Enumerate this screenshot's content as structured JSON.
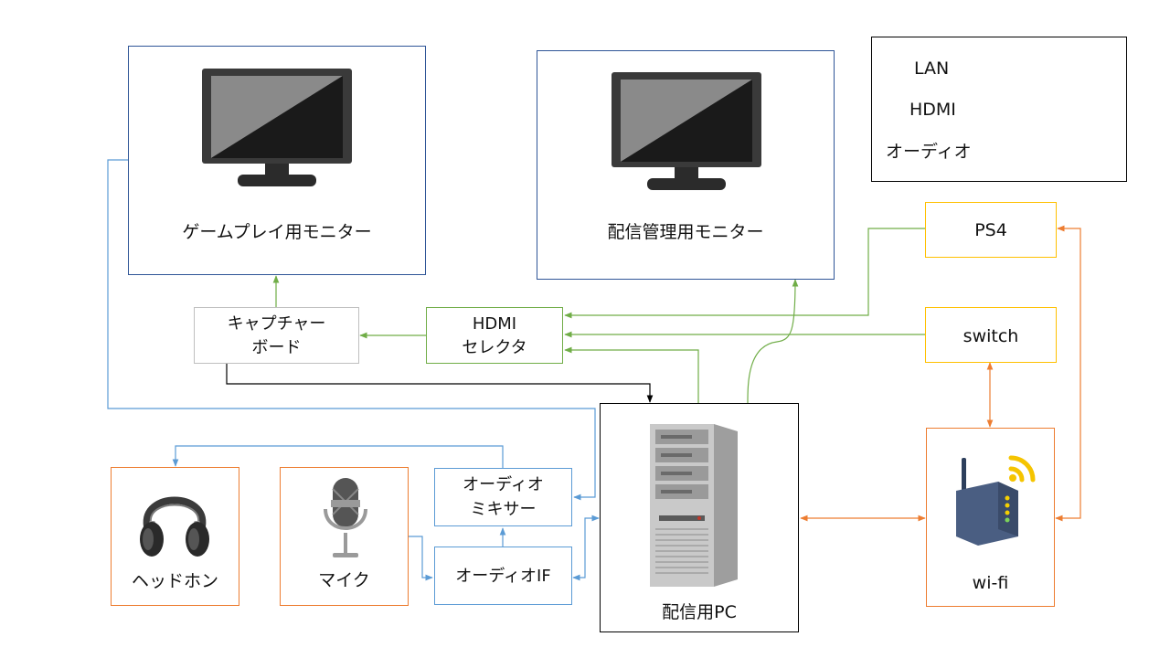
{
  "colors": {
    "lan": "#ED7D31",
    "hdmi": "#70AD47",
    "audio": "#5B9BD5",
    "monitor_border": "#2F5597",
    "peripheral_border": "#ED7D31",
    "network_border": "#FFC000",
    "hdmi_border": "#70AD47",
    "audio_border": "#5B9BD5",
    "neutral_border": "#BFBFBF",
    "pc_border": "#000000"
  },
  "legend": {
    "lan": "LAN",
    "hdmi": "HDMI",
    "audio": "オーディオ"
  },
  "nodes": {
    "gameplay_monitor": {
      "label": "ゲームプレイ用モニター",
      "icon": "monitor-icon"
    },
    "streaming_monitor": {
      "label": "配信管理用モニター",
      "icon": "monitor-icon"
    },
    "capture_board": {
      "line1": "キャプチャー",
      "line2": "ボード"
    },
    "hdmi_selector": {
      "line1": "HDMI",
      "line2": "セレクタ"
    },
    "ps4": {
      "label": "PS4"
    },
    "switch": {
      "label": "switch"
    },
    "audio_mixer": {
      "line1": "オーディオ",
      "line2": "ミキサー"
    },
    "audio_if": {
      "label": "オーディオIF"
    },
    "headphones": {
      "label": "ヘッドホン",
      "icon": "headphones-icon"
    },
    "mic": {
      "label": "マイク",
      "icon": "microphone-icon"
    },
    "streaming_pc": {
      "label": "配信用PC",
      "icon": "pc-tower-icon"
    },
    "wifi": {
      "label": "wi-fi",
      "icon": "wifi-router-icon"
    }
  }
}
